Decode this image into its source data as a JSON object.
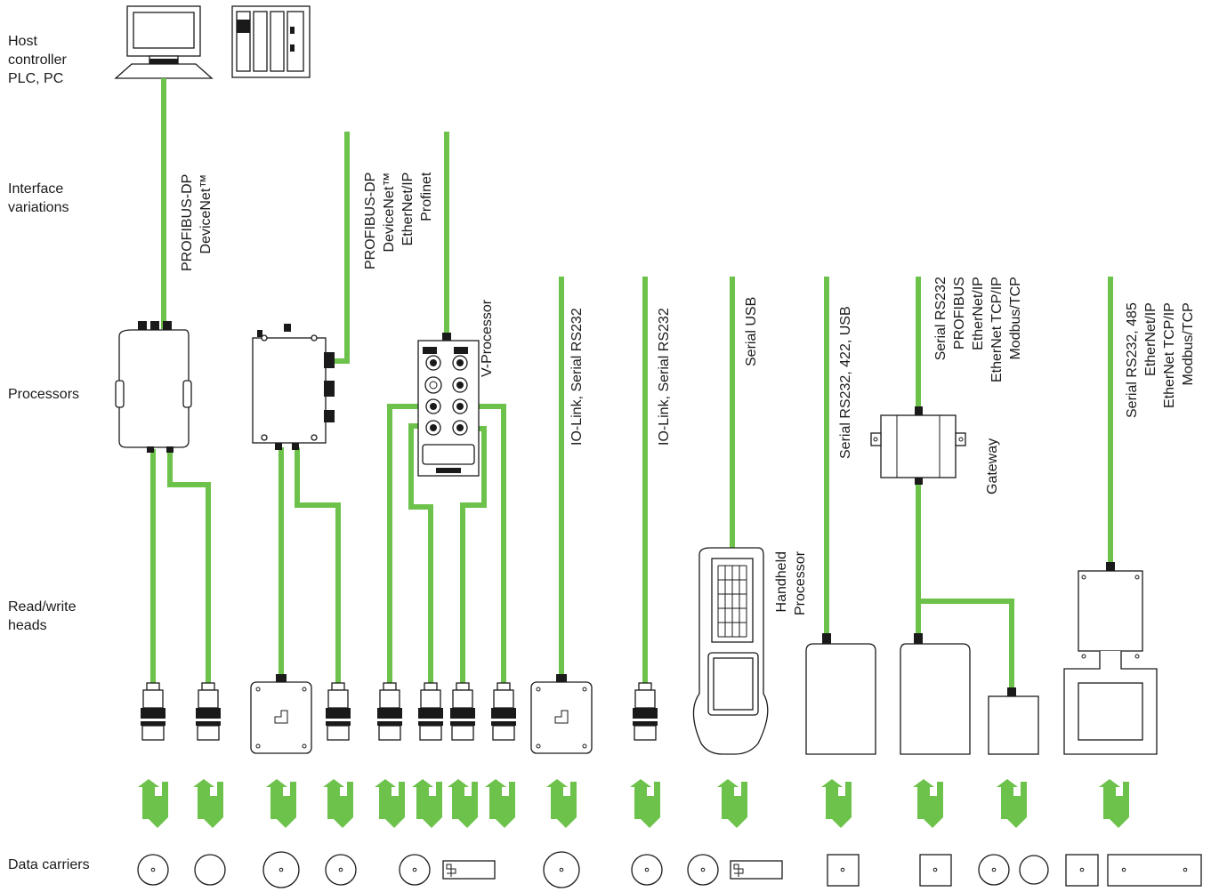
{
  "row_labels": {
    "host": "Host\ncontroller\nPLC, PC",
    "interface": "Interface\nvariations",
    "processors": "Processors",
    "heads": "Read/write\nheads",
    "carriers": "Data carriers"
  },
  "interfaces": {
    "col1": [
      "PROFIBUS-DP",
      "DeviceNet™"
    ],
    "col2": [
      "PROFIBUS-DP",
      "DeviceNet™",
      "EtherNet/IP",
      "Profinet"
    ],
    "vproc": "V-Processor",
    "iolink1": "IO-Link, Serial RS232",
    "iolink2": "IO-Link, Serial RS232",
    "usb": "Serial USB",
    "serial3": "Serial RS232, 422, USB",
    "gateway_ifaces": [
      "Serial RS232",
      "PROFIBUS",
      "EtherNet/IP",
      "EtherNet TCP/IP",
      "Modbus/TCP"
    ],
    "gateway": "Gateway",
    "handheld": [
      "Handheld",
      "Processor"
    ],
    "last": [
      "Serial RS232, 485",
      "EtherNet/IP",
      "EtherNet TCP/IP",
      "Modbus/TCP"
    ]
  },
  "colors": {
    "cable": "#6cc24a",
    "outline": "#1a1a1a"
  }
}
